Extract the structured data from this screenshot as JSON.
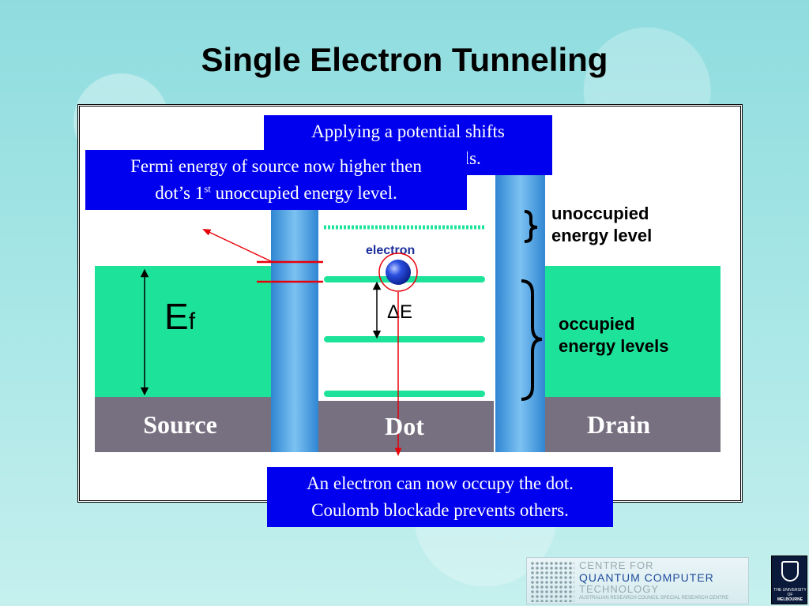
{
  "slide": {
    "title": "Single Electron Tunneling"
  },
  "callouts": {
    "potential_line1": "Applying a potential shifts",
    "potential_line2_visible": "vels.",
    "fermi_line1": "Fermi energy of source now higher then",
    "fermi_line2_pre": "dot’s 1",
    "fermi_line2_sup": "st",
    "fermi_line2_post": " unoccupied energy level.",
    "electron_line1": "An electron can now occupy the dot.",
    "electron_line2": "Coulomb blockade prevents others."
  },
  "diagram": {
    "source_label": "Source",
    "dot_label": "Dot",
    "drain_label": "Drain",
    "ef_main": "E",
    "ef_sub": "f",
    "delta_e": "ΔE",
    "electron_label": "electron",
    "unoccupied_line1": "unoccupied",
    "unoccupied_line2": "energy level",
    "occupied_line1": "occupied",
    "occupied_line2": "energy levels"
  },
  "logos": {
    "ccqt_line1": "CENTRE FOR",
    "ccqt_line2": "QUANTUM COMPUTER",
    "ccqt_line3": "TECHNOLOGY",
    "ccqt_line4": "AUSTRALIAN RESEARCH COUNCIL SPECIAL RESEARCH CENTRE",
    "uom_line1": "THE UNIVERSITY OF",
    "uom_line2": "MELBOURNE"
  },
  "colors": {
    "callout_bg": "#0000ee",
    "reservoir_green": "#1de39a",
    "barrier_blue": "#3b9ce0",
    "base_gray": "#777080",
    "arrow_red": "#e8000a"
  }
}
